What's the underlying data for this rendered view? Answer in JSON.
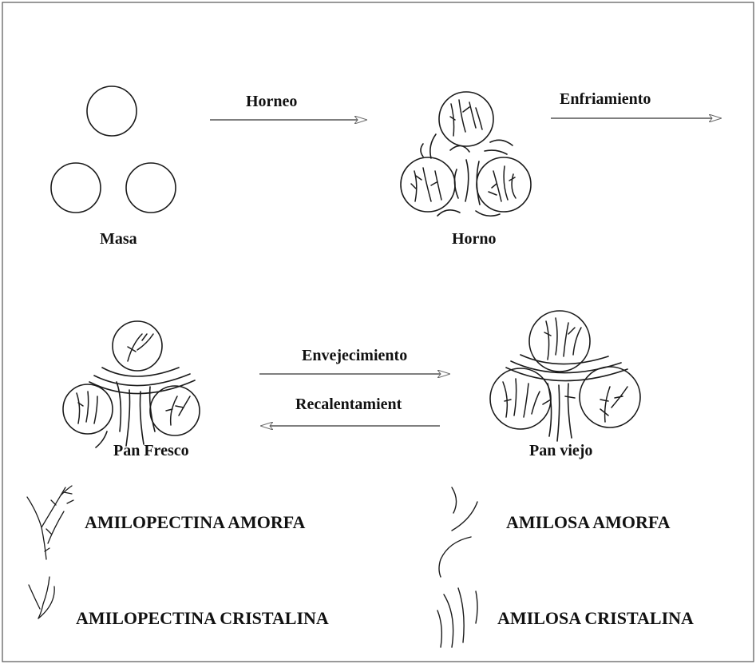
{
  "stages": {
    "masa": "Masa",
    "horno": "Horno",
    "pan_fresco": "Pan Fresco",
    "pan_viejo": "Pan viejo"
  },
  "arrows": {
    "horneo": "Horneo",
    "enfriamiento": "Enfriamiento",
    "envejecimiento": "Envejecimiento",
    "recalentamiento": "Recalentamient"
  },
  "legend": {
    "amilopectina_amorfa": "AMILOPECTINA AMORFA",
    "amilosa_amorfa": "AMILOSA AMORFA",
    "amilopectina_cristalina": "AMILOPECTINA CRISTALINA",
    "amilosa_cristalina": "AMILOSA CRISTALINA"
  },
  "colors": {
    "line": "#1a1a1a",
    "arrow_head": "#777777",
    "frame": "#555555"
  }
}
